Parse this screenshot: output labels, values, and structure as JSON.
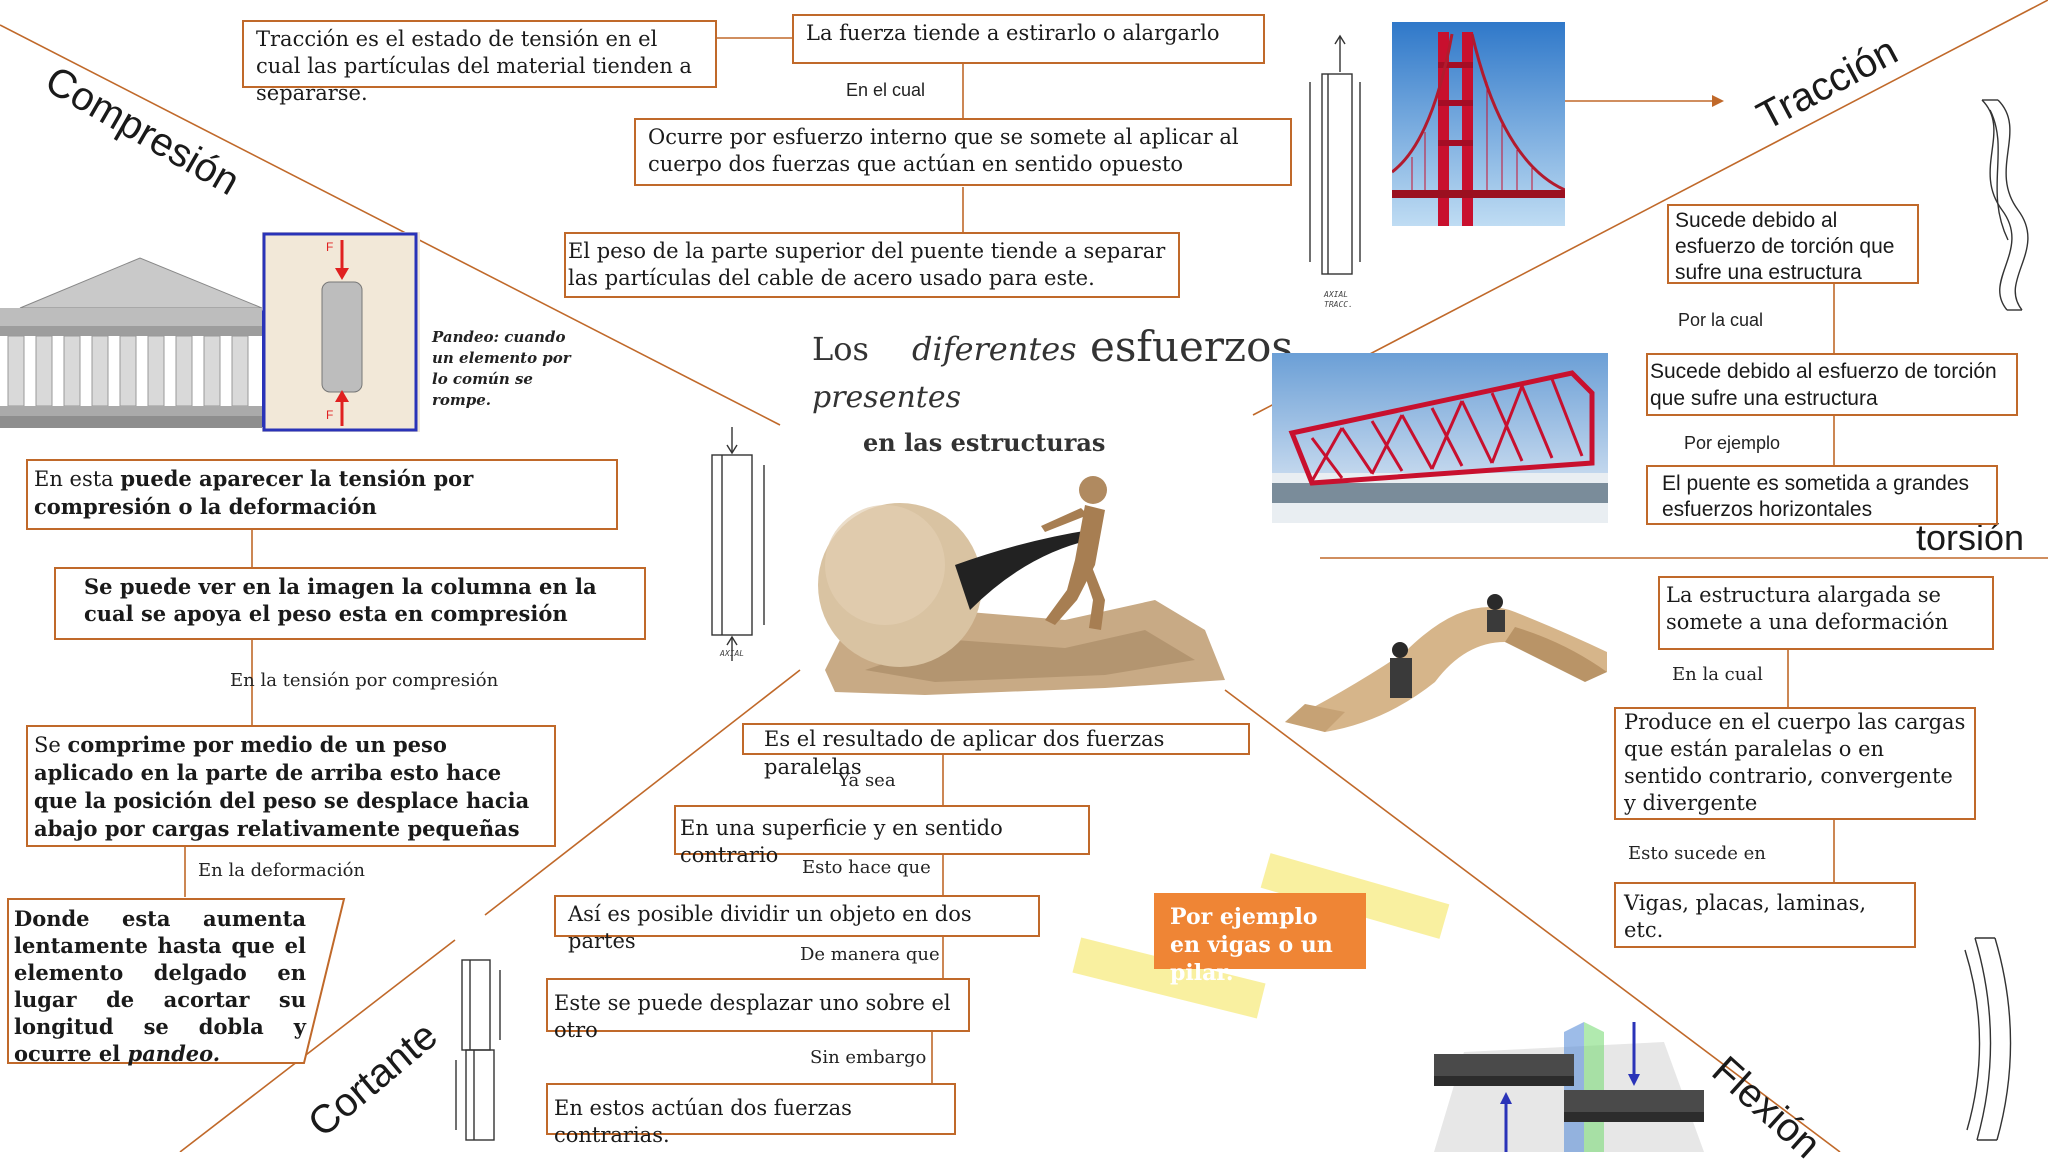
{
  "title": {
    "line1_a": "Los",
    "line1_b": "diferentes",
    "line1_c": "esfuerzos",
    "line2": "presentes",
    "line3": "en las estructuras"
  },
  "sections": {
    "compresion": "Compresión",
    "traccion": "Tracción",
    "torsion": "torsión",
    "flexion": "Flexión",
    "cortante": "Cortante"
  },
  "traccion_branch": {
    "def": "Tracción es el estado de tensión en el cual las partículas del material tienden a separarse.",
    "box1": "La fuerza tiende a estirarlo o alargarlo",
    "conn1": "En el cual",
    "box2": "Ocurre por esfuerzo interno que se somete al aplicar al cuerpo dos fuerzas que actúan en sentido opuesto",
    "box3": "El peso de la parte superior del puente tiende a separar las partículas del cable de acero usado para este."
  },
  "compresion_branch": {
    "pandeo_note": "Pandeo: cuando un elemento por lo común se rompe.",
    "box1_a": "En esta ",
    "box1_b": "puede aparecer la tensión por compresión o la deformación",
    "box2": "Se puede ver en la imagen la columna en la cual se apoya el peso esta en compresión",
    "conn1": "En la tensión por compresión",
    "box3_a": "Se ",
    "box3_b": "comprime por medio de un peso aplicado en la parte de arriba esto hace que la posición del peso se desplace hacia abajo por cargas relativamente pequeñas",
    "conn2": "En la deformación",
    "box4_a": "Donde esta aumenta lentamente hasta que el elemento delgado en lugar de acortar su longitud se dobla y ocurre el ",
    "box4_b": "pandeo."
  },
  "torsion_branch": {
    "box1": "Sucede debido al esfuerzo de torción que sufre una estructura",
    "conn1": "Por la cual",
    "box2": "Sucede debido al esfuerzo de torción que sufre una estructura",
    "conn2": "Por ejemplo",
    "box3": "El puente es sometida a grandes esfuerzos horizontales"
  },
  "flexion_branch": {
    "box1": "La estructura alargada se somete a una deformación",
    "conn1": "En la cual",
    "box2": "Produce en el cuerpo las cargas que están paralelas o en sentido contrario, convergente y divergente",
    "conn2": "Esto sucede en",
    "box3": "Vigas, placas, laminas, etc.",
    "example": "Por ejemplo en vigas o un pilar."
  },
  "cortante_branch": {
    "box1": "Es el resultado de aplicar dos fuerzas paralelas",
    "conn1": "Ya sea",
    "box2": "En una superficie y en sentido contrario",
    "conn2": "Esto hace que",
    "box3": "Así es posible dividir un objeto en dos partes",
    "conn3": "De manera que",
    "box4": "Este se puede desplazar uno sobre el otro",
    "conn4": "Sin embargo",
    "box5": "En estos actúan dos fuerzas contrarias."
  },
  "sketch_text": {
    "axial_1": "AXIAL TRACC.",
    "axial_2": "AXIAL",
    "force_f": "F"
  },
  "colors": {
    "accent": "#c0692a",
    "orange_fill": "#ef8535",
    "highlight": "#f7ec88",
    "bridge_red": "#c8102e"
  }
}
